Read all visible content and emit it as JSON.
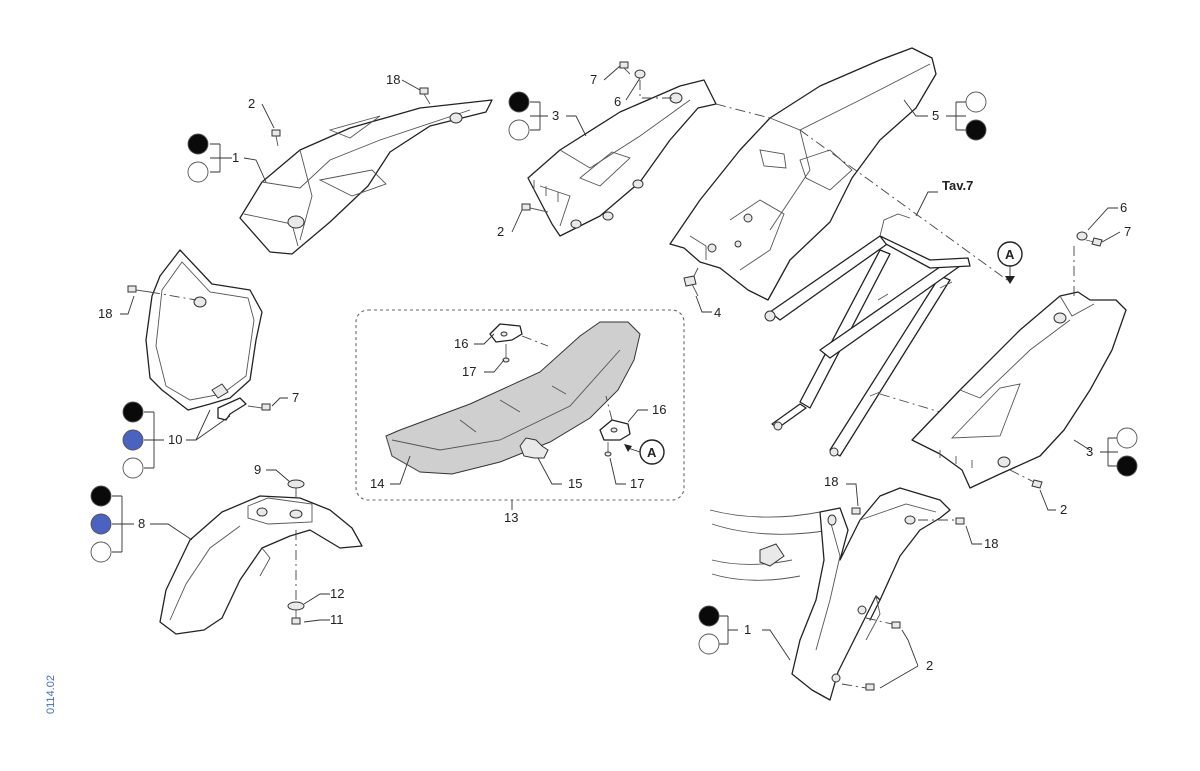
{
  "diagram": {
    "drawing_ref": "0114.02",
    "colors": {
      "black": "#0a0a0a",
      "blue": "#4a63c0",
      "white": "#ffffff"
    },
    "callouts": {
      "c1_top": "1",
      "c2_top": "2",
      "c18_top": "18",
      "c3_top": "3",
      "c7_top": "7",
      "c6_top": "6",
      "c2_mid": "2",
      "c5": "5",
      "c4": "4",
      "tav7": "Tav.7",
      "c6_right": "6",
      "c7_right": "7",
      "detail_a_right": "A",
      "c3_right": "3",
      "c2_right": "2",
      "c18_left": "18",
      "c7_left": "7",
      "c10": "10",
      "c16_top": "16",
      "c17_top": "17",
      "c16_right": "16",
      "detail_a_seat": "A",
      "c14": "14",
      "c15": "15",
      "c17_bottom": "17",
      "c13": "13",
      "c9": "9",
      "c8": "8",
      "c12": "12",
      "c11": "11",
      "c18_br1": "18",
      "c18_br2": "18",
      "c1_bottom": "1",
      "c2_bottom": "2"
    }
  }
}
